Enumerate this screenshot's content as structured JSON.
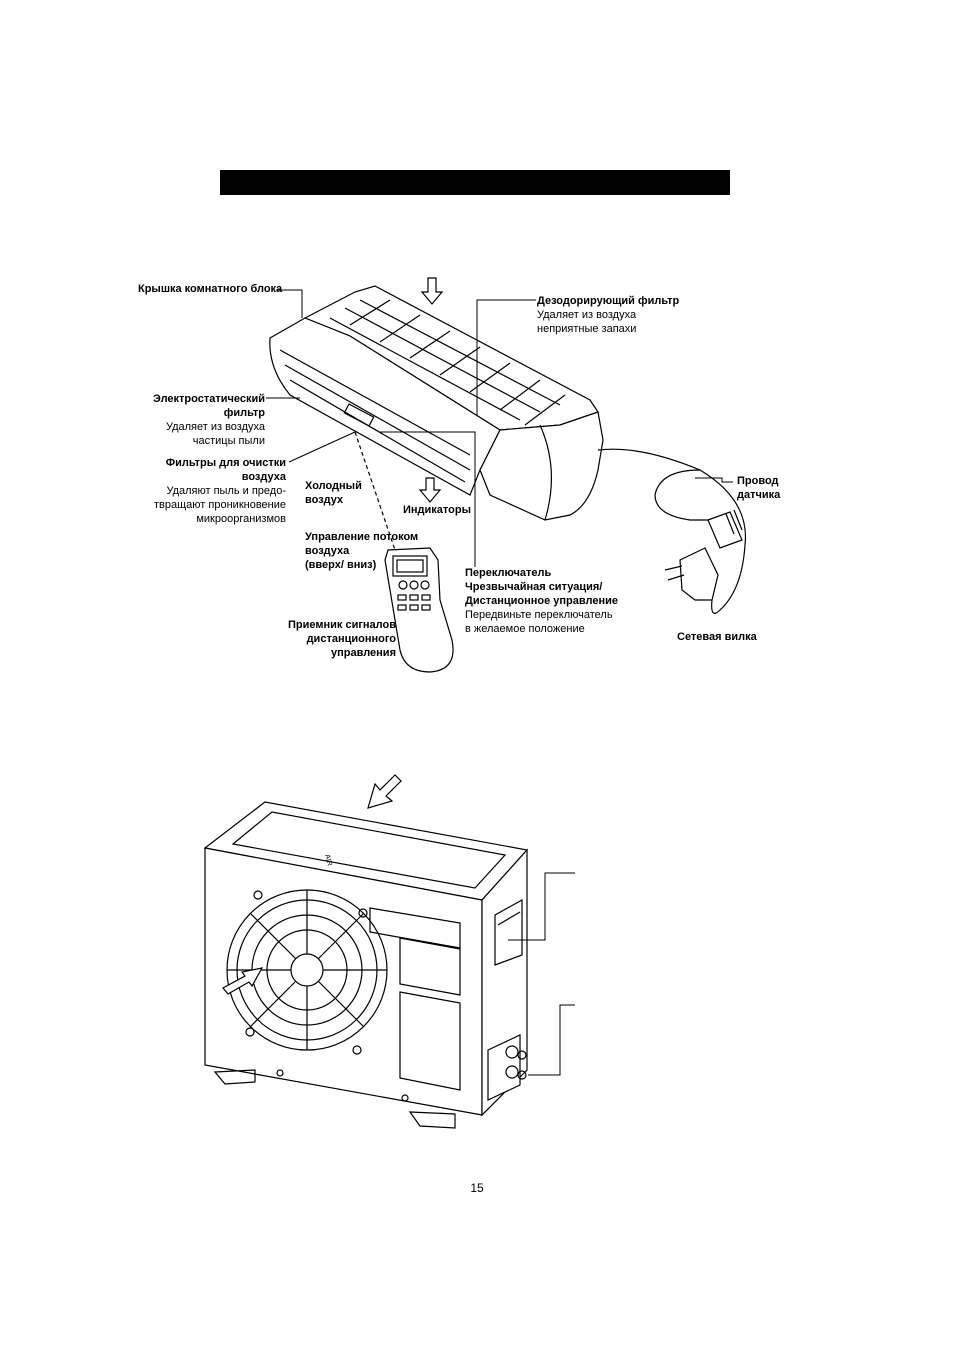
{
  "labels": {
    "cover": {
      "title": "Крышка комнатного блока"
    },
    "deodor": {
      "title": "Дезодорирующий фильтр",
      "desc1": "Удаляет из воздуха",
      "desc2": "неприятные запахи"
    },
    "electro": {
      "title1": "Электростатический",
      "title2": "фильтр",
      "desc1": "Удаляет из воздуха",
      "desc2": "частицы пыли"
    },
    "filters": {
      "title1": "Фильтры для очистки",
      "title2": "воздуха",
      "desc1": "Удаляют пыль и предо-",
      "desc2": "твращают проникновение",
      "desc3": "микроорганизмов"
    },
    "cold": {
      "title1": "Холодный",
      "title2": "воздух"
    },
    "indicators": {
      "title": "Индикаторы"
    },
    "flow": {
      "title1": "Управление потоком",
      "title2": "воздуха",
      "title3": "(вверх/ вниз)"
    },
    "switch": {
      "title1": "Переключатель",
      "title2": "Чрезвычайная ситуация/",
      "title3": "Дистанционное управление",
      "desc1": "Передвиньте переключатель",
      "desc2": "в желаемое положение"
    },
    "receiver": {
      "title1": "Приемник сигналов",
      "title2": "дистанционного",
      "title3": "управления"
    },
    "sensor": {
      "title1": "Провод",
      "title2": "датчика"
    },
    "plug": {
      "title": "Сетевая вилка"
    }
  },
  "outdoor": {
    "air_mark": "AIR"
  },
  "page_number": "15",
  "colors": {
    "header_bar": "#000000",
    "line": "#000000"
  }
}
